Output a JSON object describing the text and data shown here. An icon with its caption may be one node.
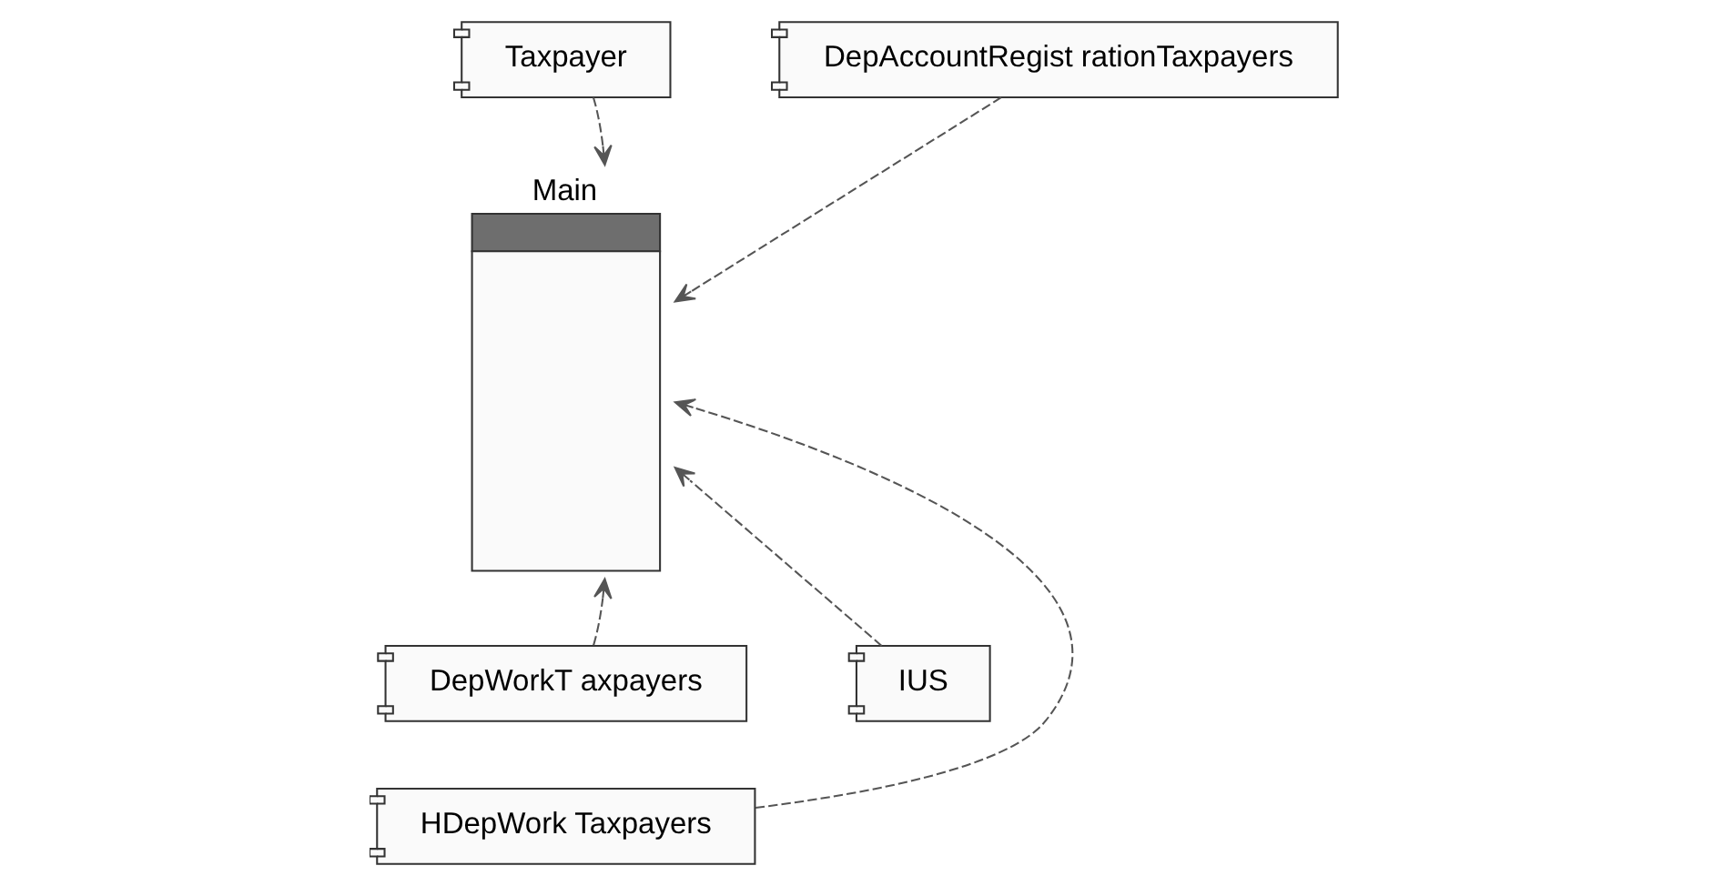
{
  "diagram": {
    "nodes": [
      {
        "text": [
          "Taxpayer"
        ]
      },
      {
        "text": [
          "Main"
        ]
      },
      {
        "text": [
          "DepAccountRegist rationTaxpayers"
        ]
      },
      {
        "text": [
          "DepWorkT axpayers"
        ]
      },
      {
        "text": [
          "IUS"
        ]
      },
      {
        "text": [
          "HDepWork Taxpayers"
        ]
      }
    ],
    "edges": [
      {
        "from": 0,
        "to": 1,
        "arrow": "to",
        "style": "dashed"
      },
      {
        "from": 2,
        "to": 1,
        "arrow": "to",
        "style": "dashed"
      },
      {
        "from": 3,
        "to": 1,
        "arrow": "to",
        "style": "dashed"
      },
      {
        "from": 4,
        "to": 1,
        "arrow": "to",
        "style": "dashed"
      },
      {
        "from": 5,
        "to": 1,
        "arrow": "to",
        "style": "dashed"
      }
    ]
  }
}
